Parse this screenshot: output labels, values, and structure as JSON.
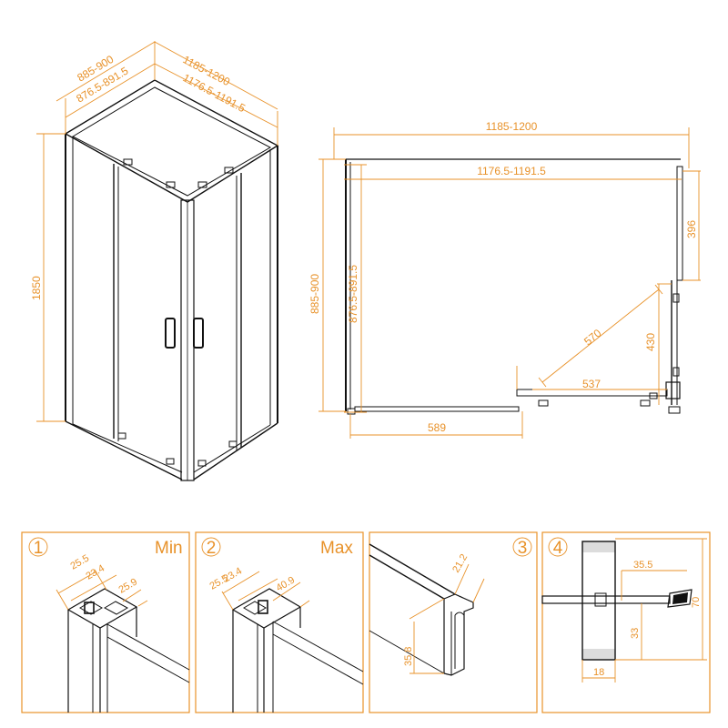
{
  "perspective_view": {
    "depth_outer": "885-900",
    "depth_inner": "876.5-891.5",
    "width_outer": "1185-1200",
    "width_inner": "1176.5-1191.5",
    "height": "1850"
  },
  "plan_view": {
    "width_outer": "1185-1200",
    "width_inner": "1176.5-1191.5",
    "depth_outer": "885-900",
    "depth_inner": "876.5-891.5",
    "side_panel": "396",
    "door_diagonal": "570",
    "door_side": "430",
    "front_opening": "537",
    "front_fixed": "589"
  },
  "details": [
    {
      "num": "1",
      "title": "Min",
      "d1": "25.5",
      "d2": "23.4",
      "d3": "25.9"
    },
    {
      "num": "2",
      "title": "Max",
      "d1": "25.5",
      "d2": "23.4",
      "d3": "40.9"
    },
    {
      "num": "3",
      "title": "",
      "d1": "21.2",
      "d2": "35.8"
    },
    {
      "num": "4",
      "title": "",
      "d1": "35.5",
      "d2": "70",
      "d3": "33",
      "d4": "18"
    }
  ]
}
